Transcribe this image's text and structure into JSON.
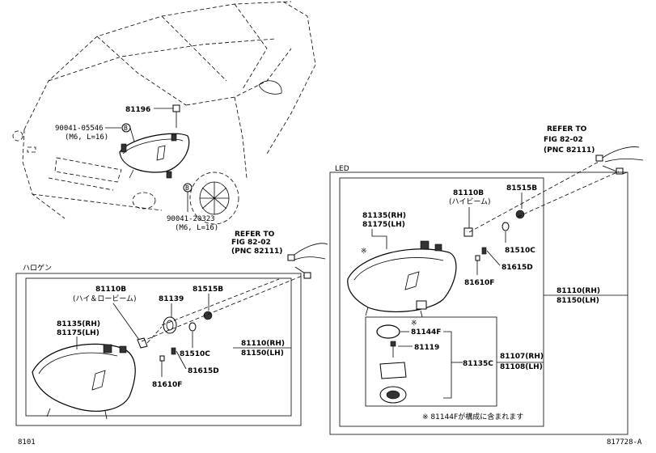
{
  "labels": {
    "p81196": "81196",
    "bolt_upper_num": "90041-05546",
    "bolt_upper_spec": "(M6, L=16)",
    "marker_b": "B",
    "bolt_lower_num": "90041-20323",
    "bolt_lower_spec": "(M6, L=16)",
    "refer_upper_1": "REFER TO",
    "refer_upper_2": "FIG 82-02",
    "refer_upper_3": "(PNC 82111)",
    "refer_mid_1": "REFER TO",
    "refer_mid_2": "FIG 82-02",
    "refer_mid_3": "(PNC 82111)"
  },
  "halogen": {
    "title": "ハロゲン",
    "p81110b": "81110B",
    "p81110b_desc": "(ハイ＆ロービーム)",
    "p81139": "81139",
    "p81515b": "81515B",
    "p81135_rh": "81135(RH)",
    "p81175_lh": "81175(LH)",
    "p81510c": "81510C",
    "p81615d": "81615D",
    "p81610f": "81610F",
    "p81110_rh": "81110(RH)",
    "p81150_lh": "81150(LH)"
  },
  "led": {
    "title": "LED",
    "p81110b": "81110B",
    "p81110b_desc": "(ハイビーム)",
    "p81515b": "81515B",
    "p81135_rh": "81135(RH)",
    "p81175_lh": "81175(LH)",
    "note_mark": "※",
    "p81510c": "81510C",
    "p81615d": "81615D",
    "p81610f": "81610F",
    "p81110_rh": "81110(RH)",
    "p81150_lh": "81150(LH)",
    "p81144f": "81144F",
    "p81144f_mark": "※",
    "p81119": "81119",
    "p81135c": "81135C",
    "p81107_rh": "81107(RH)",
    "p81108_lh": "81108(LH)",
    "footnote": "※ 81144Fが構成に含まれます"
  },
  "footer": {
    "left": "8101",
    "right": "817728-A"
  }
}
